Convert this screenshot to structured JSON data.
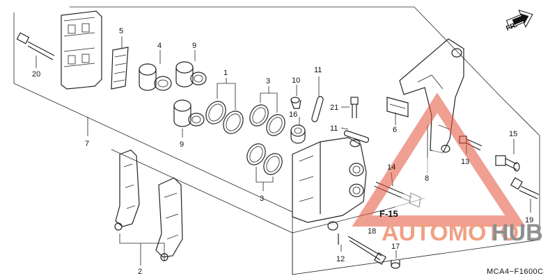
{
  "direction_indicator": {
    "label": "FR."
  },
  "diagram_code": "MCA4−F1600C",
  "section_reference": "F-15",
  "watermark": {
    "part1": "AUTOMOTO",
    "part2": "HUB",
    "color": "#e5533b"
  },
  "callouts": [
    {
      "id": "c20",
      "text": "20"
    },
    {
      "id": "c7",
      "text": "7"
    },
    {
      "id": "c5",
      "text": "5"
    },
    {
      "id": "c4",
      "text": "4"
    },
    {
      "id": "c9a",
      "text": "9"
    },
    {
      "id": "c9b",
      "text": "9"
    },
    {
      "id": "c1",
      "text": "1"
    },
    {
      "id": "c3a",
      "text": "3"
    },
    {
      "id": "c3b",
      "text": "3"
    },
    {
      "id": "c10",
      "text": "10"
    },
    {
      "id": "c11a",
      "text": "11"
    },
    {
      "id": "c11b",
      "text": "11"
    },
    {
      "id": "c16",
      "text": "16"
    },
    {
      "id": "c21",
      "text": "21"
    },
    {
      "id": "c6",
      "text": "6"
    },
    {
      "id": "c8",
      "text": "8"
    },
    {
      "id": "c13",
      "text": "13"
    },
    {
      "id": "c14",
      "text": "14"
    },
    {
      "id": "c15",
      "text": "15"
    },
    {
      "id": "c19",
      "text": "19"
    },
    {
      "id": "c18",
      "text": "18"
    },
    {
      "id": "c17",
      "text": "17"
    },
    {
      "id": "c12",
      "text": "12"
    },
    {
      "id": "c2",
      "text": "2"
    }
  ]
}
